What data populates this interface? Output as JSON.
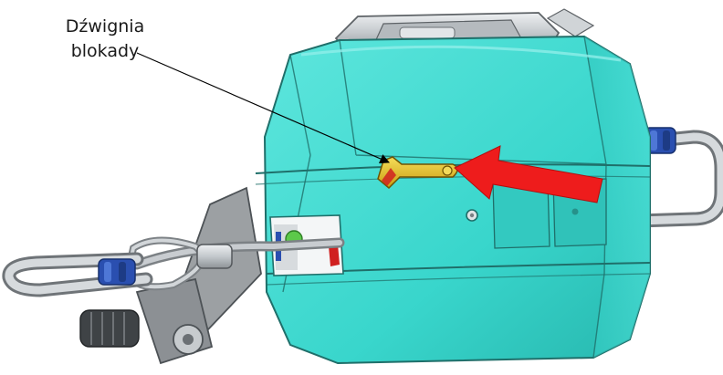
{
  "callout": {
    "line1": "Dźwignia",
    "line2": "blokady"
  },
  "colors": {
    "body": "#3fdcd2",
    "body_shadow": "#2ab8b0",
    "edge": "#1f6f6a",
    "metal": "#c9cdd1",
    "metal_dark": "#8d9296",
    "lever": "#e8c020",
    "arrow": "#ee1c1c",
    "carabiner_accent": "#2a4fb0"
  },
  "icons": [
    "device-body",
    "locking-lever",
    "pointer-arrow",
    "carabiner-left",
    "carabiner-right",
    "top-handle",
    "crank-handle"
  ]
}
